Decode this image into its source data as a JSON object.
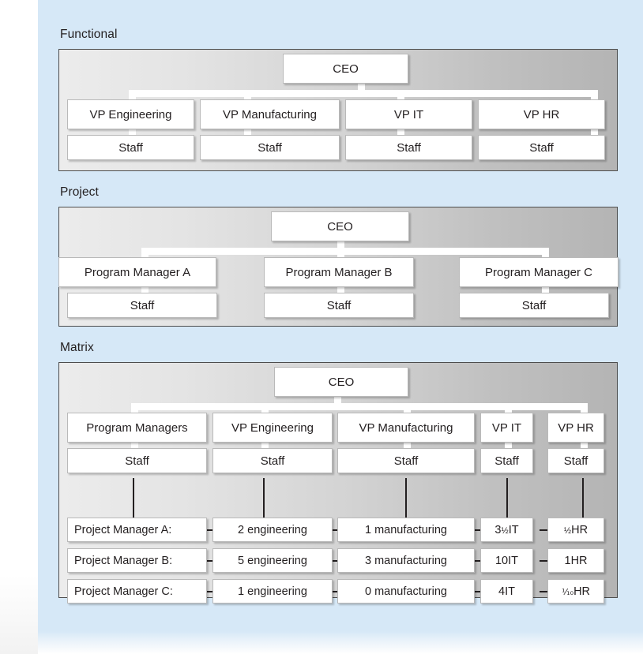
{
  "colors": {
    "canvas_blue": "#d6e8f7",
    "panel_light": "#ececec",
    "panel_dark": "#b4b4b4",
    "box_fill": "#ffffff",
    "text": "#231f20",
    "connector_white": "#ffffff",
    "connector_dark": "#231f20"
  },
  "sections": [
    {
      "title": "Functional",
      "root": "CEO",
      "managers": [
        "VP Engineering",
        "VP Manufacturing",
        "VP IT",
        "VP HR"
      ],
      "staff": [
        "Staff",
        "Staff",
        "Staff",
        "Staff"
      ]
    },
    {
      "title": "Project",
      "root": "CEO",
      "managers": [
        "Program Manager A",
        "Program Manager B",
        "Program Manager C"
      ],
      "staff": [
        "Staff",
        "Staff",
        "Staff"
      ]
    },
    {
      "title": "Matrix",
      "root": "CEO",
      "managers": [
        "Program Managers",
        "VP Engineering",
        "VP Manufacturing",
        "VP IT",
        "VP HR"
      ],
      "staff": [
        "Staff",
        "Staff",
        "Staff",
        "Staff",
        "Staff"
      ],
      "project_rows": [
        {
          "label": "Project Manager A:",
          "engineering": "2 engineering",
          "manufacturing": "1 manufacturing",
          "it_whole": "3",
          "it_frac": "½",
          "it_suffix": " IT",
          "hr_whole": "",
          "hr_frac": "½",
          "hr_suffix": " HR"
        },
        {
          "label": "Project Manager B:",
          "engineering": "5 engineering",
          "manufacturing": "3 manufacturing",
          "it_whole": "10",
          "it_frac": "",
          "it_suffix": " IT",
          "hr_whole": "1",
          "hr_frac": "",
          "hr_suffix": " HR"
        },
        {
          "label": "Project Manager C:",
          "engineering": "1 engineering",
          "manufacturing": "0 manufacturing",
          "it_whole": "4",
          "it_frac": "",
          "it_suffix": " IT",
          "hr_whole": "",
          "hr_frac": "⅒",
          "hr_suffix": " HR"
        }
      ]
    }
  ]
}
